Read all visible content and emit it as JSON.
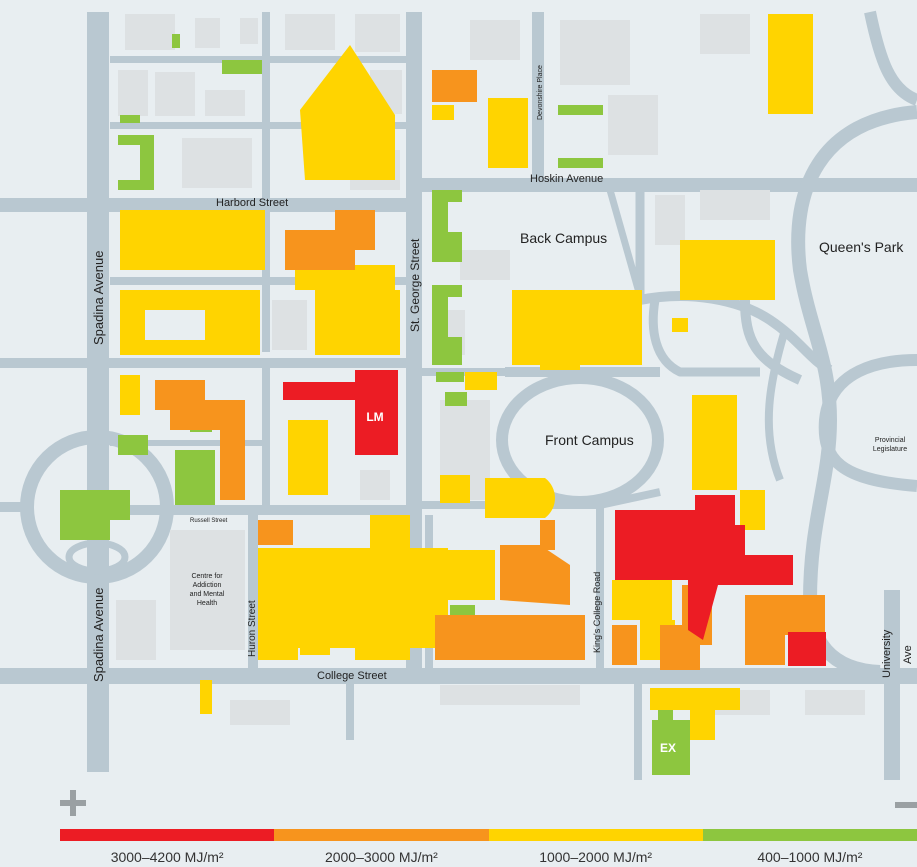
{
  "colors": {
    "red": "#ec1c24",
    "orange": "#f7941d",
    "yellow": "#ffd400",
    "green": "#8dc63f",
    "road": "#b9c8d1",
    "background": "#e8eef1",
    "other_building": "#dde1e3"
  },
  "streets": {
    "spadina_top": "Spadina Avenue",
    "spadina_bottom": "Spadina Avenue",
    "harbord": "Harbord Street",
    "st_george": "St. George Street",
    "hoskin": "Hoskin Avenue",
    "devonshire": "Devonshire Place",
    "kings_college": "King's College Road",
    "college": "College Street",
    "huron": "Huron Street",
    "russell": "Russell Street",
    "university": "University",
    "ave": "Ave"
  },
  "places": {
    "back_campus": "Back Campus",
    "front_campus": "Front Campus",
    "queens_park": "Queen's Park",
    "provincial_legislature": [
      "Provincial",
      "Legislature"
    ],
    "camh": [
      "Centre for",
      "Addiction",
      "and Mental",
      "Health"
    ]
  },
  "building_tags": {
    "lm": "LM",
    "ex": "EX"
  },
  "legend": {
    "items": [
      {
        "label": "3000–4200 MJ/m²",
        "color": "#ec1c24"
      },
      {
        "label": "2000–3000 MJ/m²",
        "color": "#f7941d"
      },
      {
        "label": "1000–2000 MJ/m²",
        "color": "#ffd400"
      },
      {
        "label": "400–1000 MJ/m²",
        "color": "#8dc63f"
      }
    ]
  },
  "controls": {
    "zoom_in": "zoom-in",
    "zoom_out": "zoom-out"
  }
}
